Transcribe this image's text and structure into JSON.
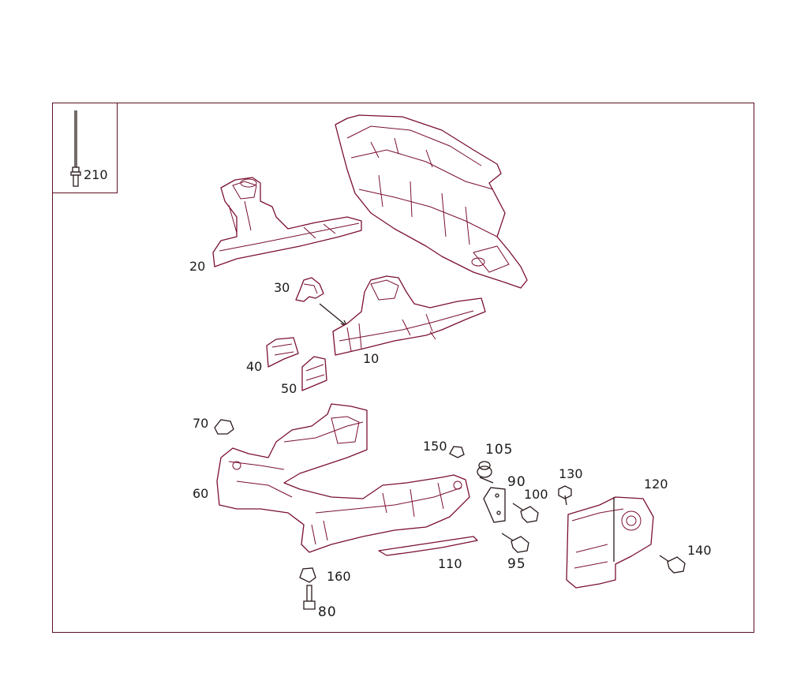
{
  "callouts": {
    "p210": "210",
    "p20": "20",
    "p30": "30",
    "p10": "10",
    "p40": "40",
    "p50": "50",
    "p70": "70",
    "p60": "60",
    "p150": "150",
    "p105": "105",
    "p90": "90",
    "p100": "100",
    "p130": "130",
    "p120": "120",
    "p140": "140",
    "p110": "110",
    "p95": "95",
    "p160": "160",
    "p80": "80"
  },
  "colors": {
    "line_art": "#7a1030",
    "frame": "#5a1020",
    "hardware": "#2a1a1a"
  }
}
